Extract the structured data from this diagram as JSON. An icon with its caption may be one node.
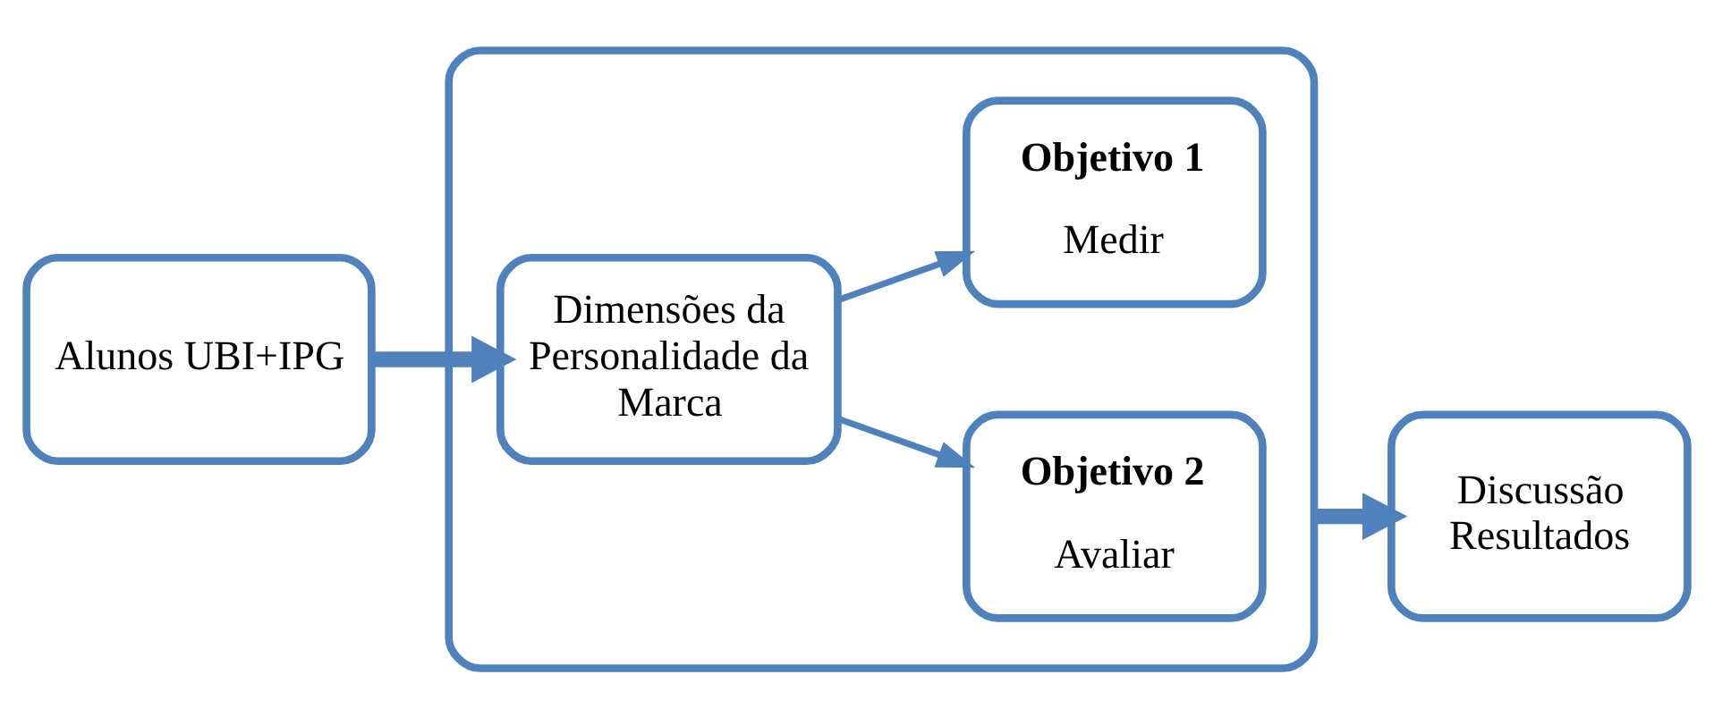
{
  "diagram": {
    "nodes": [
      {
        "text": [
          "Alunos UBI+IPG"
        ]
      },
      {
        "text": [],
        "shape": "box"
      },
      {
        "text": [
          "Dimensões da Personalidade da Marca"
        ],
        "in": 1
      },
      {
        "text": [
          "Objetivo 1",
          "Medir"
        ],
        "in": 1
      },
      {
        "text": [
          "Objetivo 2",
          "Avaliar"
        ],
        "in": 1
      },
      {
        "text": [
          "Discussão Resultados"
        ]
      }
    ],
    "edges": [
      {
        "from": 0,
        "to": 2,
        "arrow": "to",
        "style": "thick"
      },
      {
        "from": 2,
        "to": 3,
        "arrow": "to"
      },
      {
        "from": 2,
        "to": 4,
        "arrow": "to"
      },
      {
        "from": 1,
        "to": 5,
        "arrow": "to",
        "style": "thick"
      }
    ]
  }
}
